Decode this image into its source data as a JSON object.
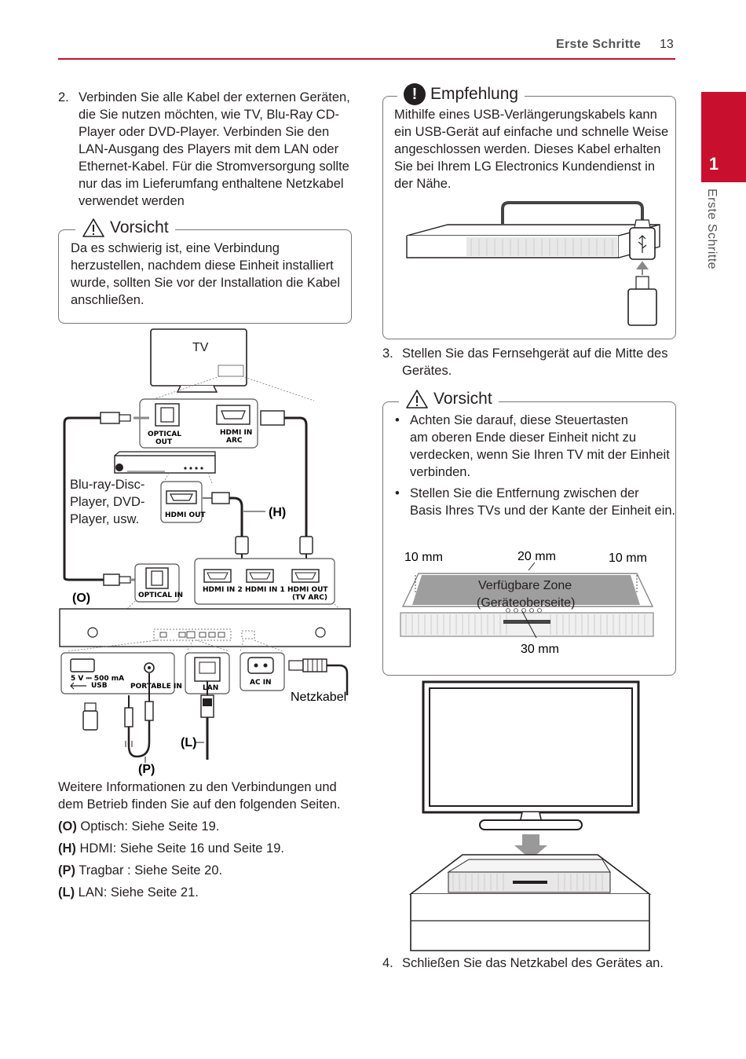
{
  "header": {
    "section_title": "Erste Schritte",
    "page_number": "13"
  },
  "side_tab": {
    "number": "1",
    "label": "Erste Schritte"
  },
  "left": {
    "step2_num": "2.",
    "step2_text": [
      "Verbinden Sie alle Kabel der externen Geräten,",
      "die Sie nutzen möchten, wie TV, Blu-Ray CD-",
      "Player oder DVD-Player. Verbinden Sie den",
      "LAN-Ausgang des Players mit dem LAN oder",
      "Ethernet-Kabel. Für die Stromversorgung sollte",
      "nur das im Lieferumfang enthaltene Netzkabel",
      "verwendet werden"
    ],
    "caution_title": "Vorsicht",
    "caution_text": [
      "Da es schwierig ist, eine Verbindung",
      "herzustellen, nachdem diese Einheit installiert",
      "wurde, sollten Sie vor der Installation die Kabel",
      "anschließen."
    ],
    "diagram": {
      "tv": "TV",
      "optical_out": [
        "OPTICAL",
        "OUT"
      ],
      "hdmi_in_arc": [
        "HDMI IN",
        "ARC"
      ],
      "player": [
        "Blu-ray-Disc-",
        "Player, DVD-",
        "Player, usw."
      ],
      "hdmi_out": "HDMI OUT",
      "h": "(H)",
      "o": "(O)",
      "optical_in": "OPTICAL IN",
      "hdmi_in2": "HDMI IN 2",
      "hdmi_in1": "HDMI IN 1",
      "hdmi_out_tv": [
        "HDMI OUT",
        "(TV ARC)"
      ],
      "usb_spec": "5 V ⎓ 500 mA",
      "usb": "USB",
      "portable_in": "PORTABLE IN",
      "lan": "LAN",
      "ac_in": "AC IN",
      "netzkabel": "Netzkabel",
      "l": "(L)",
      "p": "(P)"
    },
    "info_text": [
      "Weitere Informationen zu den Verbindungen und",
      "dem Betrieb finden Sie auf den folgenden Seiten."
    ],
    "refs": [
      {
        "key": "(O)",
        "text": " Optisch: Siehe Seite 19."
      },
      {
        "key": "(H)",
        "text": " HDMI: Siehe Seite 16 und Seite 19."
      },
      {
        "key": "(P)",
        "text": " Tragbar : Siehe Seite 20."
      },
      {
        "key": "(L)",
        "text": " LAN: Siehe Seite 21."
      }
    ]
  },
  "right": {
    "rec_title": "Empfehlung",
    "rec_text": [
      "Mithilfe eines USB-Verlängerungskabels kann",
      "ein USB-Gerät auf einfache und schnelle Weise",
      "angeschlossen werden. Dieses Kabel erhalten",
      "Sie bei Ihrem LG Electronics Kundendienst in",
      "der Nähe."
    ],
    "step3_num": "3.",
    "step3_text": [
      "Stellen Sie das Fernsehgerät auf die Mitte des",
      "Gerätes."
    ],
    "caution_title": "Vorsicht",
    "bullets": [
      [
        "Achten Sie darauf, diese Steuertasten",
        "am oberen Ende dieser Einheit nicht zu",
        "verdecken, wenn Sie Ihren TV mit der Einheit",
        "verbinden."
      ],
      [
        "Stellen Sie die Entfernung zwischen der",
        "Basis Ihres TVs und der Kante der Einheit ein."
      ]
    ],
    "dim_left": "10 mm",
    "dim_mid": "20 mm",
    "dim_right": "10 mm",
    "zone_label": [
      "Verfügbare Zone",
      "(Geräteoberseite)"
    ],
    "dim_bottom": "30 mm",
    "step4_num": "4.",
    "step4_text": "Schließen Sie das Netzkabel des Gerätes an."
  }
}
